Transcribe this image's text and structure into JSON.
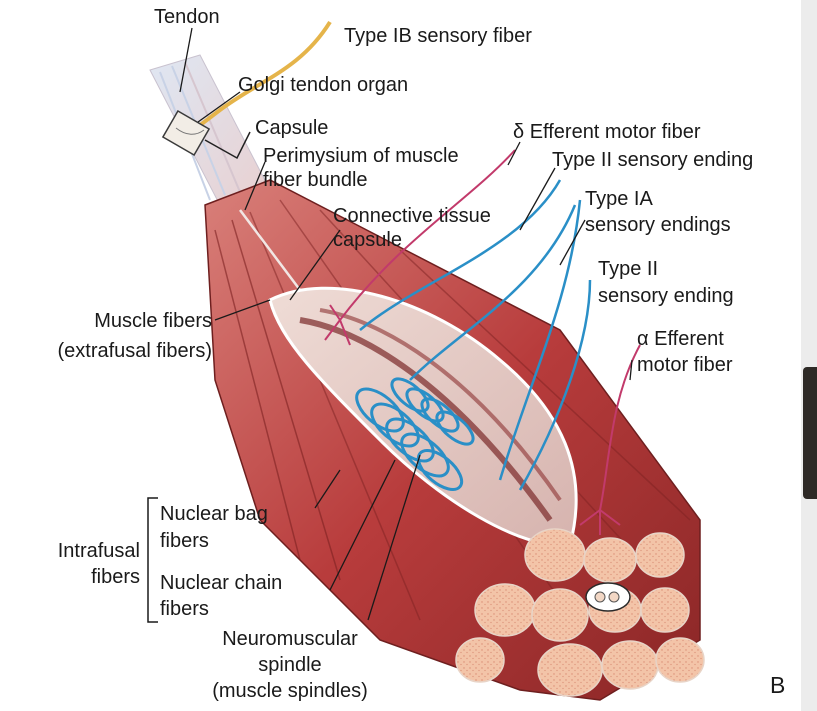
{
  "figure": {
    "panel_letter": "B",
    "colors": {
      "muscle": "#b63a3a",
      "muscle_dark": "#6e1f1f",
      "fascia": "#e9d6d3",
      "sensory_fiber": "#2a8fc7",
      "motor_fiber": "#c23a6b",
      "tendon_fiber": "#e5b44a"
    }
  },
  "labels": {
    "tendon": "Tendon",
    "type_ib": "Type IB sensory fiber",
    "golgi": "Golgi tendon organ",
    "capsule": "Capsule",
    "perimysium_1": "Perimysium of muscle",
    "perimysium_2": "fiber bundle",
    "connective_1": "Connective tissue",
    "connective_2": "capsule",
    "delta_efferent": "δ Efferent motor fiber",
    "type_ii_top": "Type II sensory ending",
    "type_ia_1": "Type IA",
    "type_ia_2": "sensory endings",
    "type_ii_mid_1": "Type II",
    "type_ii_mid_2": "sensory ending",
    "alpha_efferent_1": "α Efferent",
    "alpha_efferent_2": "motor fiber",
    "muscle_fibers_1": "Muscle fibers",
    "muscle_fibers_2": "(extrafusal fibers)",
    "nuclear_bag_1": "Nuclear bag",
    "nuclear_bag_2": "fibers",
    "intrafusal_1": "Intrafusal",
    "intrafusal_2": "fibers",
    "nuclear_chain_1": "Nuclear chain",
    "nuclear_chain_2": "fibers",
    "spindle_1": "Neuromuscular",
    "spindle_2": "spindle",
    "spindle_3": "(muscle spindles)"
  }
}
